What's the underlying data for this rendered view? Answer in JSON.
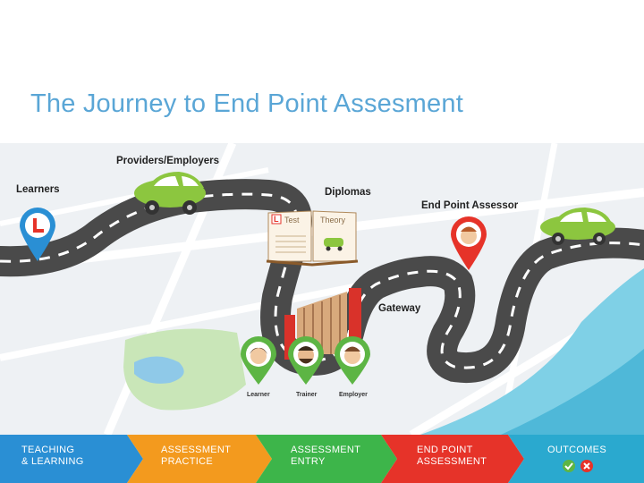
{
  "slide": {
    "title": "The Journey to End Point Assesment"
  },
  "labels": {
    "learners": "Learners",
    "providers": "Providers/Employers",
    "diplomas": "Diplomas",
    "epa": "End Point Assessor",
    "gateway": "Gateway"
  },
  "book": {
    "left_page": "Test",
    "right_page": "Theory",
    "badge": "L"
  },
  "people": [
    {
      "label": "Learner"
    },
    {
      "label": "Trainer"
    },
    {
      "label": "Employer"
    }
  ],
  "stages": [
    {
      "line1": "TEACHING",
      "line2": "& LEARNING",
      "color": "#2a8fd4"
    },
    {
      "line1": "ASSESSMENT",
      "line2": "PRACTICE",
      "color": "#f39a1e"
    },
    {
      "line1": "ASSESSMENT",
      "line2": "ENTRY",
      "color": "#3db54a"
    },
    {
      "line1": "END POINT",
      "line2": "ASSESSMENT",
      "color": "#e63329"
    },
    {
      "line1": "OUTCOMES",
      "line2": "",
      "color": "#2aa9cf"
    }
  ],
  "colors": {
    "title": "#5aa6d6",
    "road": "#4a4a4a",
    "car": "#8cc63f",
    "pin_blue": "#2a8fd4",
    "pin_red": "#e63329",
    "pin_green": "#5db544"
  }
}
